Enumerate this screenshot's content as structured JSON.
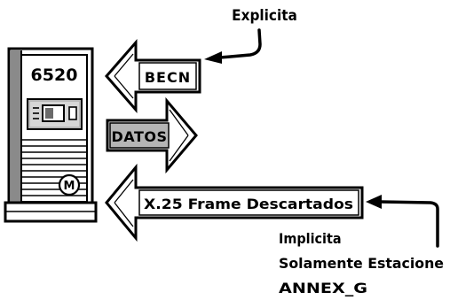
{
  "device": {
    "model": "6520",
    "logo": "M"
  },
  "arrows": {
    "becn": "BECN",
    "datos": "DATOS",
    "frame": "X.25 Frame Descartados"
  },
  "notes": {
    "explicita": "Explicita",
    "implicita": "Implicita",
    "solamente": "Solamente Estacione",
    "annex": "ANNEX_G"
  }
}
